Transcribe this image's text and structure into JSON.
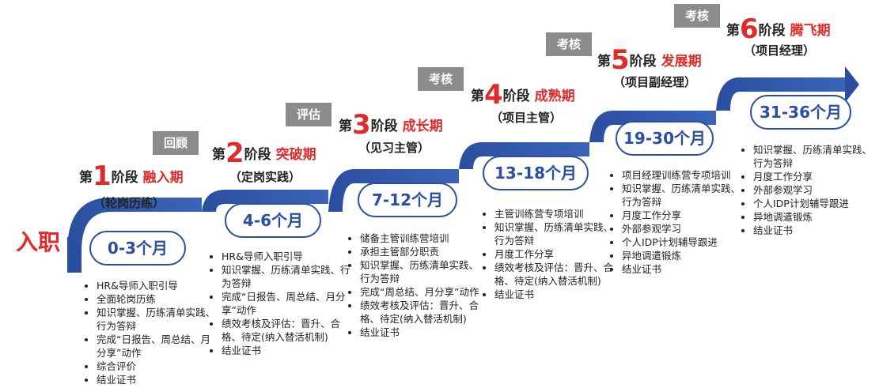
{
  "entry_label": "入职",
  "stages": [
    {
      "prefix": "第",
      "num": "1",
      "suffix": "阶段",
      "name": "融入期",
      "role": "（轮岗历练）",
      "period": "0-3个月",
      "gate": "",
      "items": [
        "HR&导师入职引导",
        "全面轮岗历练",
        "知识掌握、历练清单实践、行为答辩",
        "完成“日报告、周总结、月分享”动作",
        "综合评价",
        "结业证书"
      ]
    },
    {
      "prefix": "第",
      "num": "2",
      "suffix": "阶段",
      "name": "突破期",
      "role": "（定岗实践）",
      "period": "4-6个月",
      "gate": "回顾",
      "items": [
        "HR&导师入职引导",
        "知识掌握、历练清单实践、行为答辩",
        "完成“日报告、周总结、月分享”动作",
        "绩效考核及评估：晋升、合格、待定(纳入替活机制)",
        "结业证书"
      ]
    },
    {
      "prefix": "第",
      "num": "3",
      "suffix": "阶段",
      "name": "成长期",
      "role": "（见习主管）",
      "period": "7-12个月",
      "gate": "评估",
      "items": [
        "储备主管训练营培训",
        "承担主管部分职责",
        "知识掌握、历练清单实践、行为答辩",
        "完成“周总结、月分享”动作",
        "绩效考核及评估：晋升、合格、待定(纳入替活机制)",
        "结业证书"
      ]
    },
    {
      "prefix": "第",
      "num": "4",
      "suffix": "阶段",
      "name": "成熟期",
      "role": "（项目主管）",
      "period": "13-18个月",
      "gate": "考核",
      "items": [
        "主管训练营专项培训",
        "知识掌握、历练清单实践、行为答辩",
        "月度工作分享",
        "绩效考核及评估：晋升、合格、待定(纳入替活机制)",
        "结业证书"
      ]
    },
    {
      "prefix": "第",
      "num": "5",
      "suffix": "阶段",
      "name": "发展期",
      "role": "（项目副经理）",
      "period": "19-30个月",
      "gate": "考核",
      "items": [
        "项目经理训练营专项培训",
        "知识掌握、历练清单实践、行为答辩",
        "月度工作分享",
        "外部参观学习",
        "个人IDP计划辅导跟进",
        "异地调遣锻炼",
        "结业证书"
      ]
    },
    {
      "prefix": "第",
      "num": "6",
      "suffix": "阶段",
      "name": "腾飞期",
      "role": "（项目经理）",
      "period": "31-36个月",
      "gate": "考核",
      "items": [
        "知识掌握、历练清单实践、行为答辩",
        "月度工作分享",
        "外部参观学习",
        "个人IDP计划辅导跟进",
        "异地调遣锻炼",
        "结业证书"
      ]
    }
  ],
  "colors": {
    "stair": "#2b4f9f",
    "accent": "#e02b2b",
    "tag": "#8c8c8c"
  }
}
